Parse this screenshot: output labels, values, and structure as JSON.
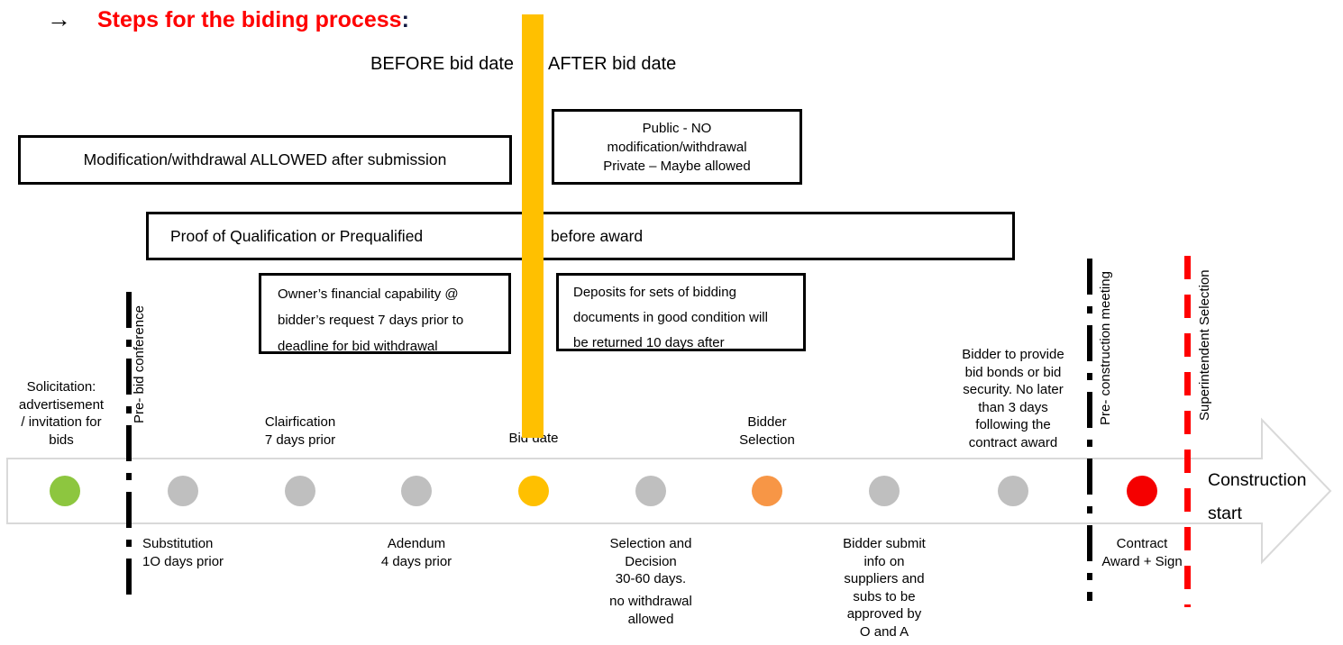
{
  "title": {
    "arrow": "→",
    "text": "Steps for the biding process",
    "colon": ":"
  },
  "phase": {
    "before": "BEFORE bid date",
    "after": "AFTER bid date"
  },
  "boxes": {
    "modification": "Modification/withdrawal ALLOWED after submission",
    "public_private": "Public - NO\nmodification/withdrawal\nPrivate – Maybe allowed",
    "proof_left": "Proof of Qualification or Prequalified",
    "proof_right": "before award",
    "owner": "Owner’s financial capability @\nbidder’s request 7 days prior to\ndeadline for bid withdrawal",
    "deposits": "Deposits for sets of bidding\ndocuments in good condition will\nbe returned 10 days after"
  },
  "milestones": [
    {
      "dot": "green",
      "color": "#8DC63F",
      "label_above": "Solicitation:\nadvertisement\n/ invitation for\nbids"
    },
    {
      "dot": "gray",
      "color": "#BFBFBF",
      "label_below": "Substitution\n1O days prior"
    },
    {
      "dot": "gray",
      "color": "#BFBFBF",
      "label_above": "Clairfication\n7 days prior"
    },
    {
      "dot": "gray",
      "color": "#BFBFBF",
      "label_below": "Adendum\n4 days prior"
    },
    {
      "dot": "yellow",
      "color": "#FFC000",
      "label_above": "Bid date"
    },
    {
      "dot": "gray",
      "color": "#BFBFBF",
      "label_below": "Selection and\nDecision\n30-60 days.",
      "note_below": "no withdrawal\nallowed"
    },
    {
      "dot": "orange",
      "color": "#F79646",
      "label_above": "Bidder\nSelection"
    },
    {
      "dot": "gray",
      "color": "#BFBFBF",
      "label_below": "Bidder submit\ninfo on\nsuppliers and\nsubs to be\napproved by\nO and A"
    },
    {
      "dot": "gray",
      "color": "#BFBFBF",
      "label_above": "Bidder to provide\nbid bonds or bid\nsecurity. No later\nthan 3 days\nfollowing the\ncontract award"
    },
    {
      "dot": "red",
      "color": "#F50000",
      "label_below": "Contract\nAward + Sign"
    }
  ],
  "dividers": [
    {
      "label": "Pre- bid conference",
      "style": "black-dashed",
      "color": "#000000"
    },
    {
      "label": "Pre- construction meeting",
      "style": "black-dashed",
      "color": "#000000"
    },
    {
      "label": "Superintendent Selection",
      "style": "red-dashed",
      "color": "#FF0000"
    }
  ],
  "construction_start": "Construction\nstart",
  "colors": {
    "title_red": "#FF0000",
    "bar_yellow": "#FFC000",
    "timeline_outline": "#D9D9D9",
    "dot_green": "#8DC63F",
    "dot_gray": "#BFBFBF",
    "dot_yellow": "#FFC000",
    "dot_orange": "#F79646",
    "dot_red": "#F50000"
  }
}
